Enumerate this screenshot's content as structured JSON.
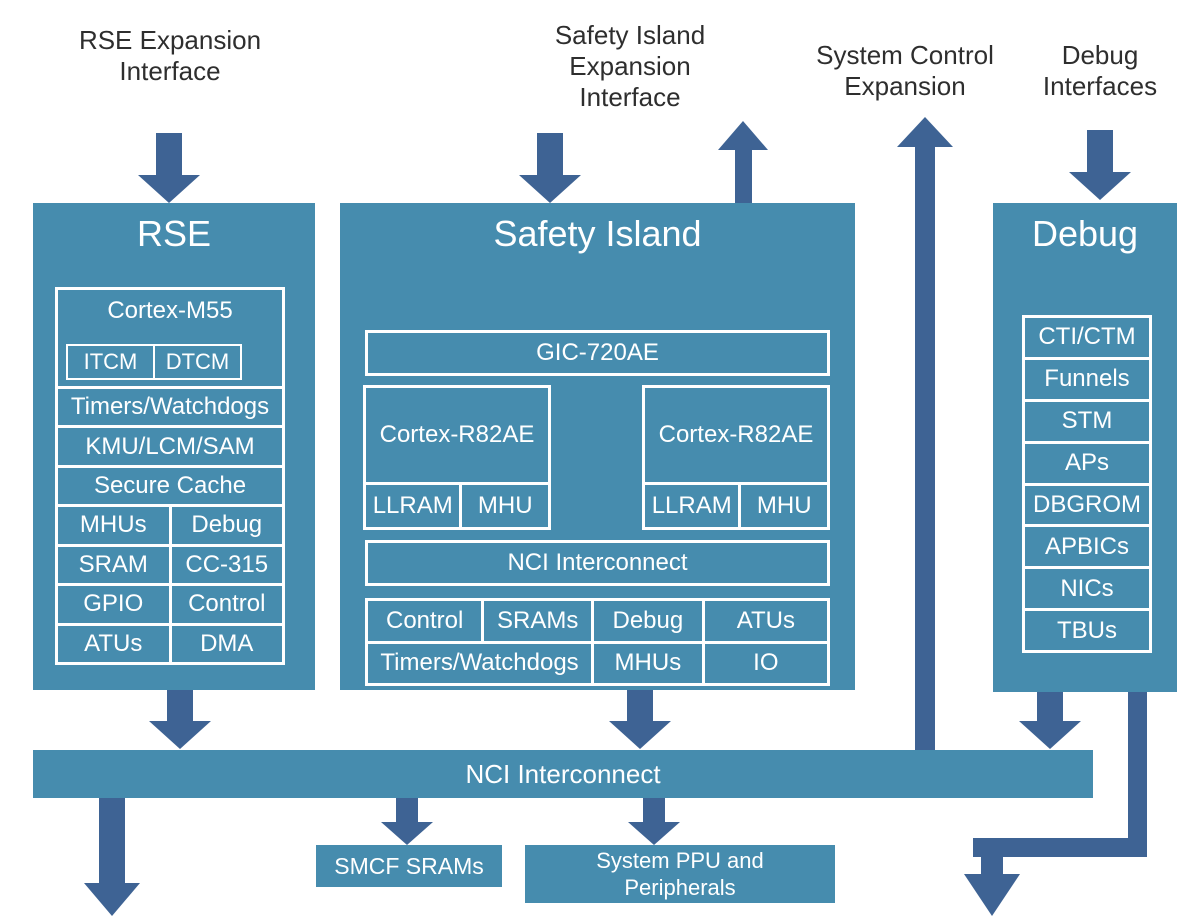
{
  "top_labels": {
    "rse": {
      "line1": "RSE Expansion",
      "line2": "Interface"
    },
    "safety_island": {
      "line1": "Safety Island",
      "line2": "Expansion",
      "line3": "Interface"
    },
    "system_control": {
      "line1": "System Control",
      "line2": "Expansion"
    },
    "debug": {
      "line1": "Debug",
      "line2": "Interfaces"
    }
  },
  "rse": {
    "title": "RSE",
    "cortex": {
      "title": "Cortex-M55",
      "itcm": "ITCM",
      "dtcm": "DTCM"
    },
    "rows": [
      "Timers/Watchdogs",
      "KMU/LCM/SAM",
      "Secure Cache"
    ],
    "pairs": [
      [
        "MHUs",
        "Debug"
      ],
      [
        "SRAM",
        "CC-315"
      ],
      [
        "GPIO",
        "Control"
      ],
      [
        "ATUs",
        "DMA"
      ]
    ]
  },
  "safety_island": {
    "title": "Safety Island",
    "gic": "GIC-720AE",
    "cores": [
      {
        "title": "Cortex-R82AE",
        "llram": "LLRAM",
        "mhu": "MHU"
      },
      {
        "title": "Cortex-R82AE",
        "llram": "LLRAM",
        "mhu": "MHU"
      }
    ],
    "nci": "NCI Interconnect",
    "grid_row1": [
      "Control",
      "SRAMs",
      "Debug",
      "ATUs"
    ],
    "grid_row2": [
      "Timers/Watchdogs",
      "MHUs",
      "IO"
    ]
  },
  "debug": {
    "title": "Debug",
    "rows": [
      "CTI/CTM",
      "Funnels",
      "STM",
      "APs",
      "DBGROM",
      "APBICs",
      "NICs",
      "TBUs"
    ]
  },
  "bottom": {
    "nci_bar": "NCI Interconnect",
    "smcf": "SMCF SRAMs",
    "ppu_line1": "System PPU and",
    "ppu_line2": "Peripherals"
  },
  "colors": {
    "block": "#468CAE",
    "arrow": "#3E6394",
    "border": "#FFFFFF",
    "text_on_block": "#FFFFFF",
    "label_text": "#2E2E2E",
    "background": "#FFFFFF"
  }
}
